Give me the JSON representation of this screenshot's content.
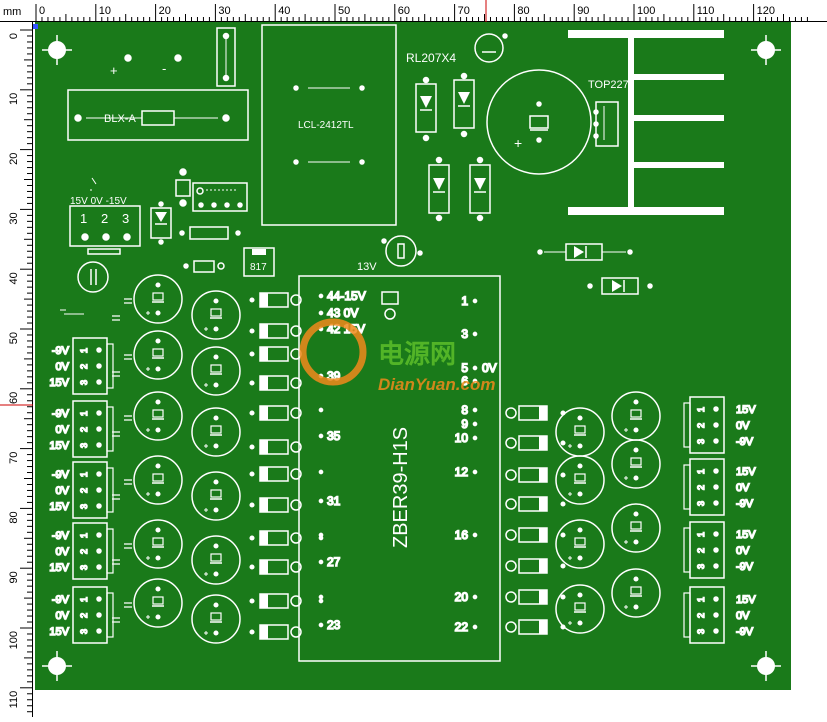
{
  "ruler": {
    "unit": "mm",
    "top_ticks": [
      "0",
      "10",
      "20",
      "30",
      "40",
      "50",
      "60",
      "70",
      "80",
      "90",
      "100",
      "110",
      "120"
    ],
    "left_ticks": [
      "0",
      "10",
      "20",
      "30",
      "40",
      "50",
      "60",
      "70",
      "80",
      "90",
      "100",
      "110"
    ]
  },
  "colors": {
    "board": "#1a7a1a",
    "silkscreen": "#ffffff",
    "pad": "#ffffff",
    "ruler_bg": "#ffffff",
    "ruler_text": "#000000",
    "cursor_marker": "#cc0000",
    "watermark_orange": "#f08a1c",
    "watermark_green": "#5cbf2a"
  },
  "board": {
    "power_plus": "+",
    "power_minus": "-",
    "fuse_label": "BLX-A",
    "module_label": "LCL-2412TL",
    "rectifier_label": "RL207X4",
    "regulator_label": "TOP227",
    "cap_plus": "+",
    "connector_header": "15V  0V -15V",
    "connector_pins": [
      "1",
      "2",
      "3"
    ],
    "transistor_label": "817",
    "voltage_13v": "13V",
    "chip_label": "ZBER39-H1S",
    "chip_left_pins": [
      "44-15V",
      "43  0V",
      "42  15V",
      "39",
      "35",
      "31",
      "27",
      "23"
    ],
    "chip_right_pins": [
      "1",
      "3",
      "5  0V",
      "6",
      "8",
      "9",
      "10",
      "12",
      "16",
      "20",
      "22"
    ],
    "left_conn_labels": [
      "-9V",
      "0V",
      "15V"
    ],
    "right_conn_labels": [
      "15V",
      "0V",
      "-9V"
    ],
    "watermark_cn": "电源网",
    "watermark_en": "DianYuan.com"
  }
}
